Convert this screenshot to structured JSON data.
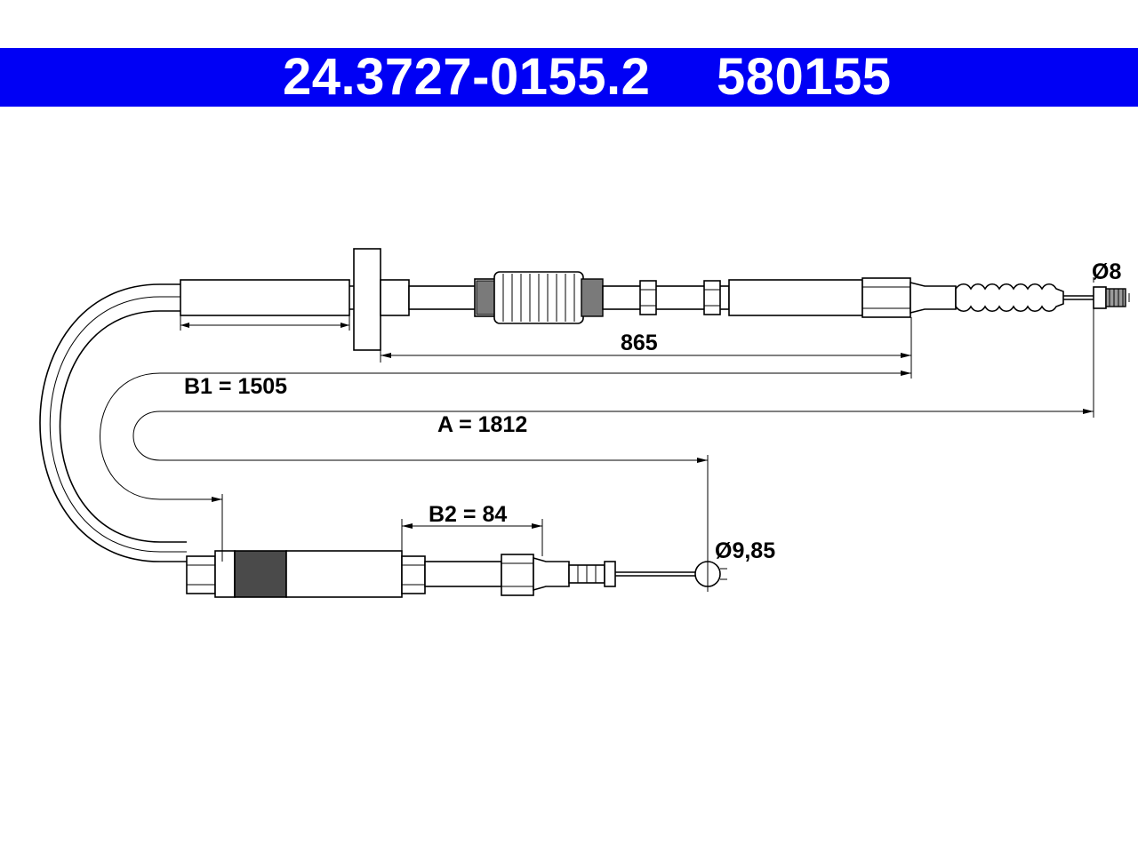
{
  "header": {
    "part_number": "24.3727-0155.2",
    "ref_number": "580155"
  },
  "dimensions": {
    "length_865": "865",
    "b1": "B1 = 1505",
    "a": "A = 1812",
    "b2": "B2 = 84",
    "diameter_top": "Ø8",
    "diameter_bottom": "Ø9,85"
  },
  "colors": {
    "banner": "#0000f5",
    "banner_text": "#ffffff",
    "line": "#000000",
    "fill_dark": "#4a4a4a",
    "fill_mid": "#8a8a8a"
  }
}
